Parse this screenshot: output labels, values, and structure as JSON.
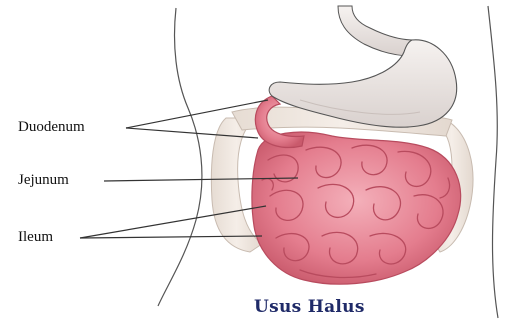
{
  "labels": {
    "duodenum": "Duodenum",
    "jejunum": "Jejunum",
    "ileum": "Ileum"
  },
  "caption": "Usus Halus",
  "colors": {
    "intestine": "#e88a98",
    "intestine_dark": "#b84b5e",
    "stomach": "#ece6e3",
    "large_intestine": "#f0e6dc",
    "outline": "#555555",
    "caption": "#1f2a68"
  }
}
